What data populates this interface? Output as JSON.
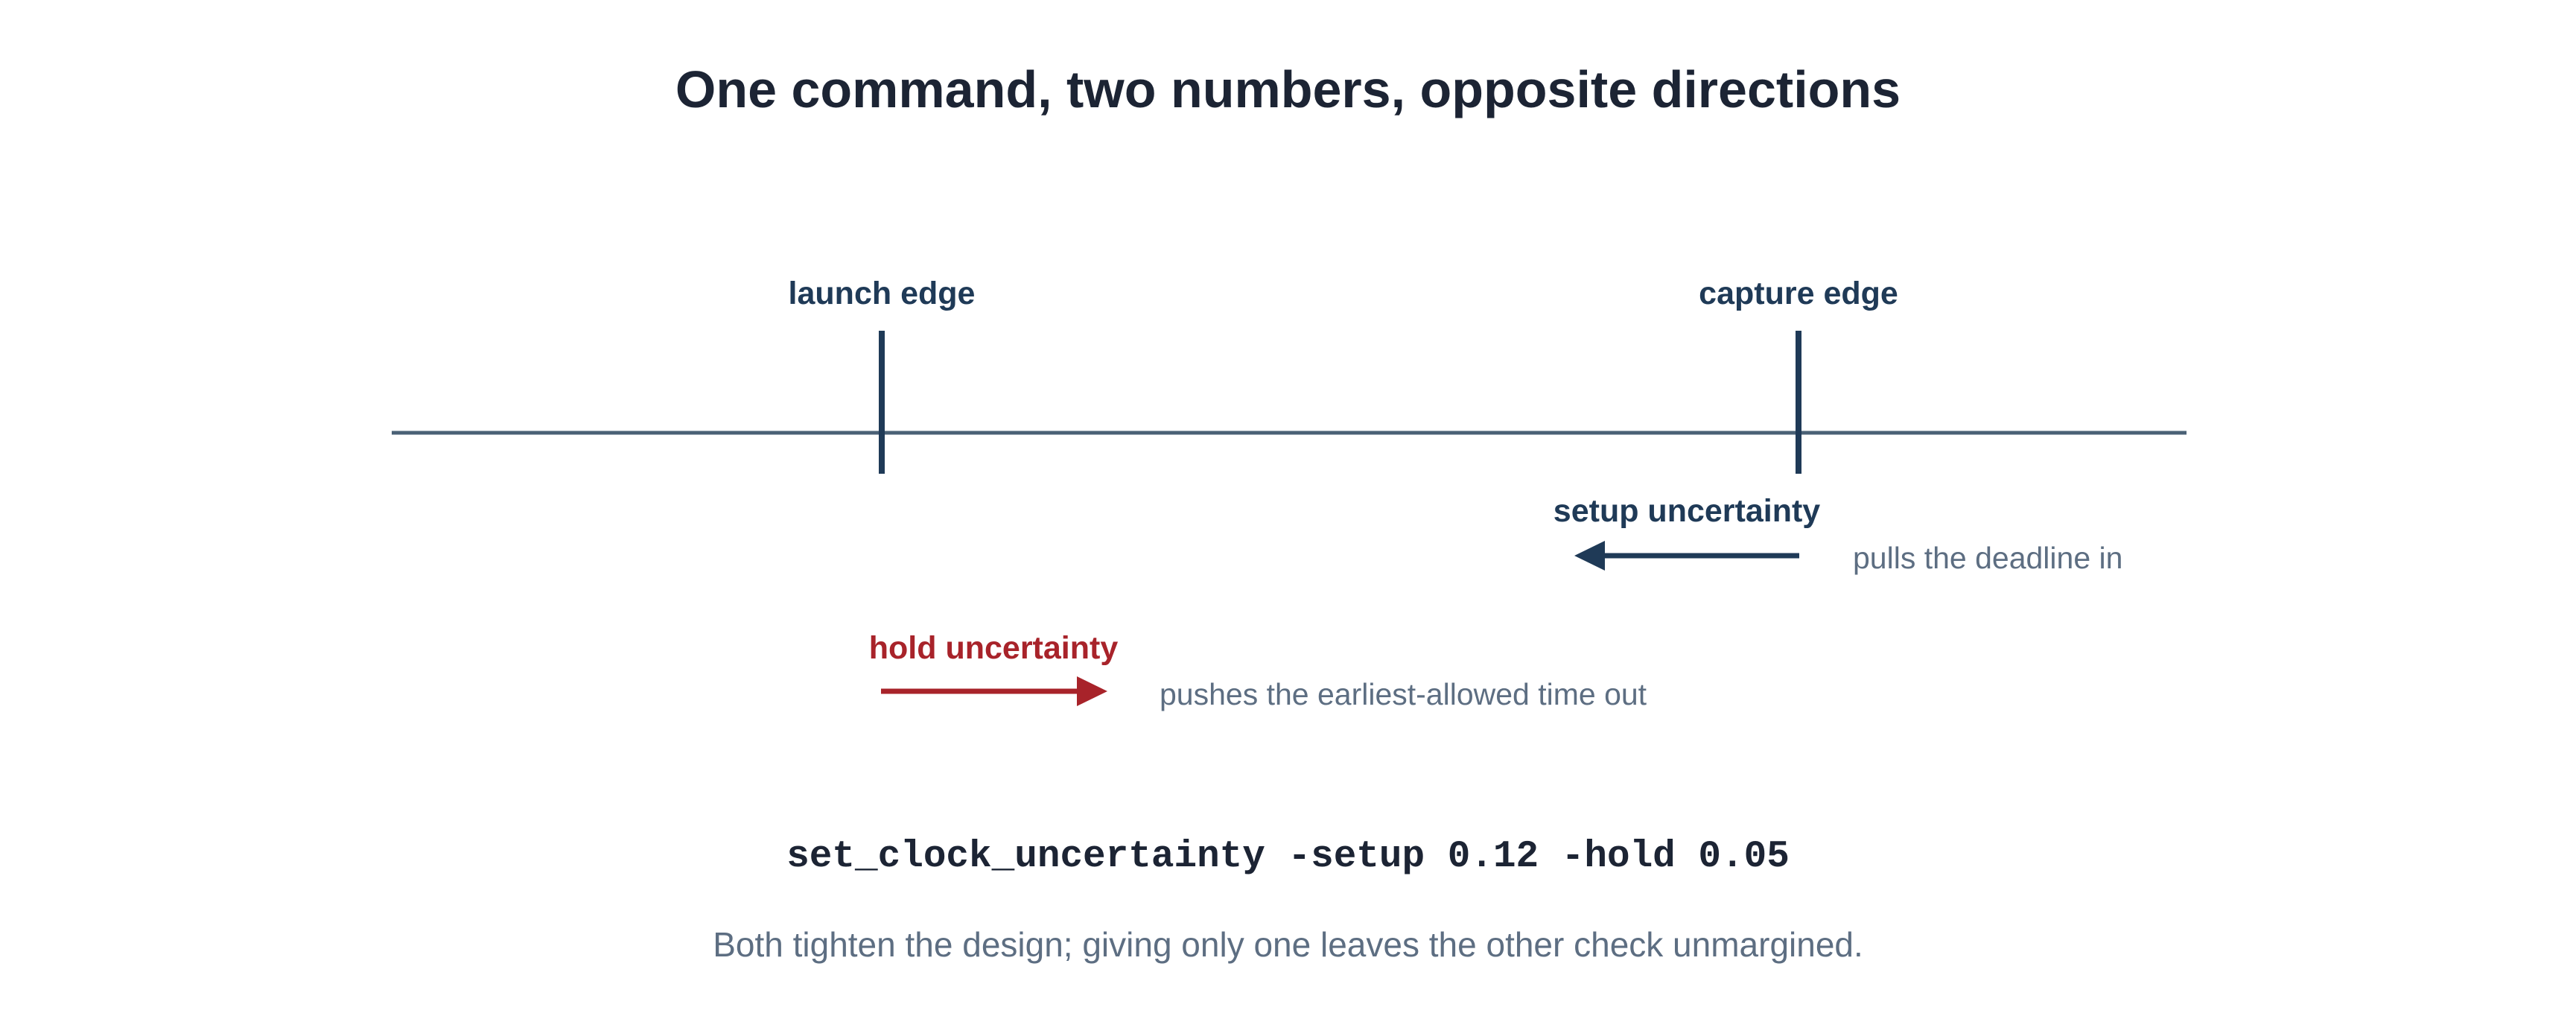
{
  "title": "One command, two numbers, opposite directions",
  "timeline": {
    "launch_edge_label": "launch edge",
    "capture_edge_label": "capture edge"
  },
  "setup": {
    "label": "setup uncertainty",
    "note": "pulls the deadline in",
    "direction": "left",
    "color": "#1f3a57"
  },
  "hold": {
    "label": "hold uncertainty",
    "note": "pushes the earliest-allowed time out",
    "direction": "right",
    "color": "#a8232a"
  },
  "command": "set_clock_uncertainty -setup 0.12 -hold 0.05",
  "caption": "Both tighten the design; giving only one leaves the other check unmargined.",
  "colors": {
    "title": "#1c2434",
    "axis": "#4a6176",
    "edge_marker": "#1f3a57",
    "setup_arrow": "#1f3a57",
    "hold_arrow": "#a8232a",
    "muted_text": "#5d6e82"
  }
}
